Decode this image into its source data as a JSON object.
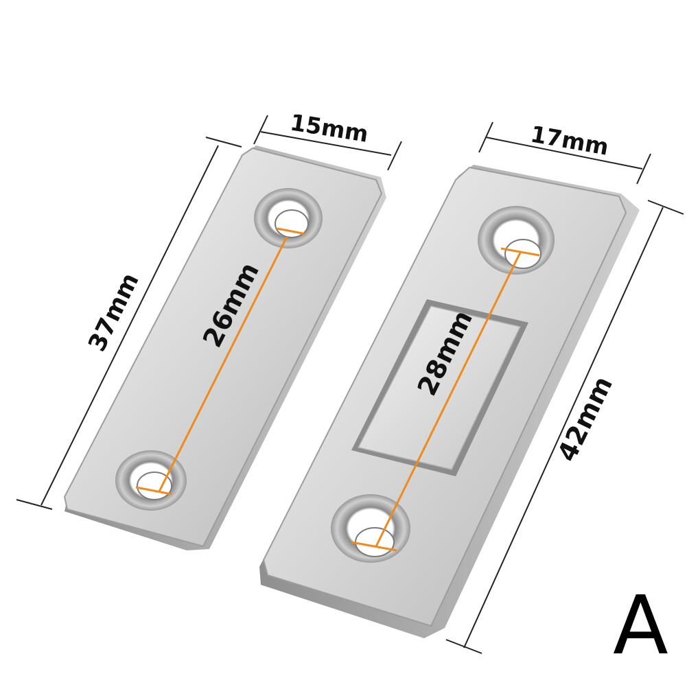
{
  "variant_label": "A",
  "plate_small": {
    "width_label": "15mm",
    "length_label": "37mm",
    "hole_spacing_label": "26mm"
  },
  "plate_large": {
    "width_label": "17mm",
    "length_label": "42mm",
    "hole_spacing_label": "28mm"
  },
  "colors": {
    "dimension_line": "#222222",
    "hole_spacing_line": "#f08a1c",
    "steel_light": "#ececec",
    "steel_dark": "#a8a8a8"
  }
}
